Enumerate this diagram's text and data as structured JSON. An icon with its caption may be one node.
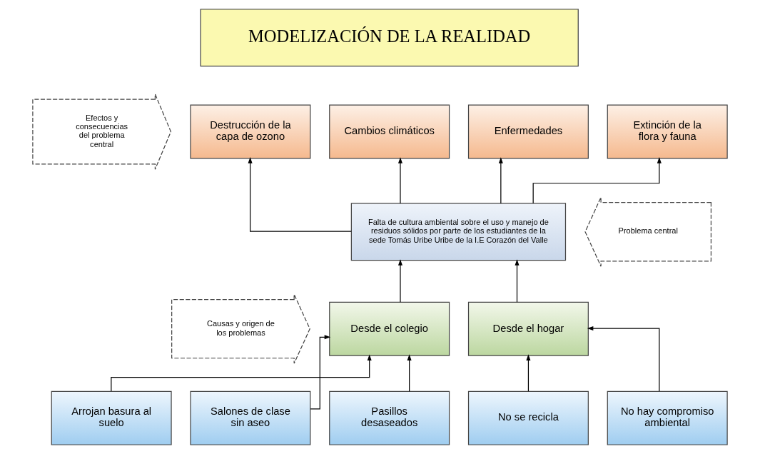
{
  "diagram": {
    "nodes": [
      {
        "text": [
          "MODELIZACIÓN DE LA REALIDAD"
        ]
      },
      {
        "text": [
          "Efectos y consecuencias del problema central"
        ]
      },
      {
        "text": [
          "Destrucción de la capa de ozono"
        ]
      },
      {
        "text": [
          "Cambios climáticos"
        ]
      },
      {
        "text": [
          "Enfermedades"
        ]
      },
      {
        "text": [
          "Extinción de la flora y fauna"
        ]
      },
      {
        "text": [
          "Falta de cultura ambiental sobre el uso y manejo de residuos sólidos por parte de los estudiantes de la sede Tomás Uribe Uribe de la I.E Corazón del Valle"
        ]
      },
      {
        "text": [
          "Problema central"
        ]
      },
      {
        "text": [
          "Causas y origen de los problemas"
        ]
      },
      {
        "text": [
          "Desde el colegio"
        ]
      },
      {
        "text": [
          "Desde el hogar"
        ]
      },
      {
        "text": [
          "Arrojan basura al suelo"
        ]
      },
      {
        "text": [
          "Salones de clase sin aseo"
        ]
      },
      {
        "text": [
          "Pasillos desaseados"
        ]
      },
      {
        "text": [
          "No se recicla"
        ]
      },
      {
        "text": [
          "No hay compromiso ambiental"
        ]
      }
    ],
    "edges": [
      {
        "from": 6,
        "to": 2,
        "arrow": "to"
      },
      {
        "from": 6,
        "to": 3,
        "arrow": "to"
      },
      {
        "from": 6,
        "to": 4,
        "arrow": "to"
      },
      {
        "from": 6,
        "to": 5,
        "arrow": "to"
      },
      {
        "from": 9,
        "to": 6,
        "arrow": "to"
      },
      {
        "from": 10,
        "to": 6,
        "arrow": "to"
      },
      {
        "from": 11,
        "to": 9,
        "arrow": "to"
      },
      {
        "from": 12,
        "to": 9,
        "arrow": "to"
      },
      {
        "from": 13,
        "to": 9,
        "arrow": "to"
      },
      {
        "from": 14,
        "to": 10,
        "arrow": "to"
      },
      {
        "from": 15,
        "to": 10,
        "arrow": "to"
      }
    ]
  }
}
